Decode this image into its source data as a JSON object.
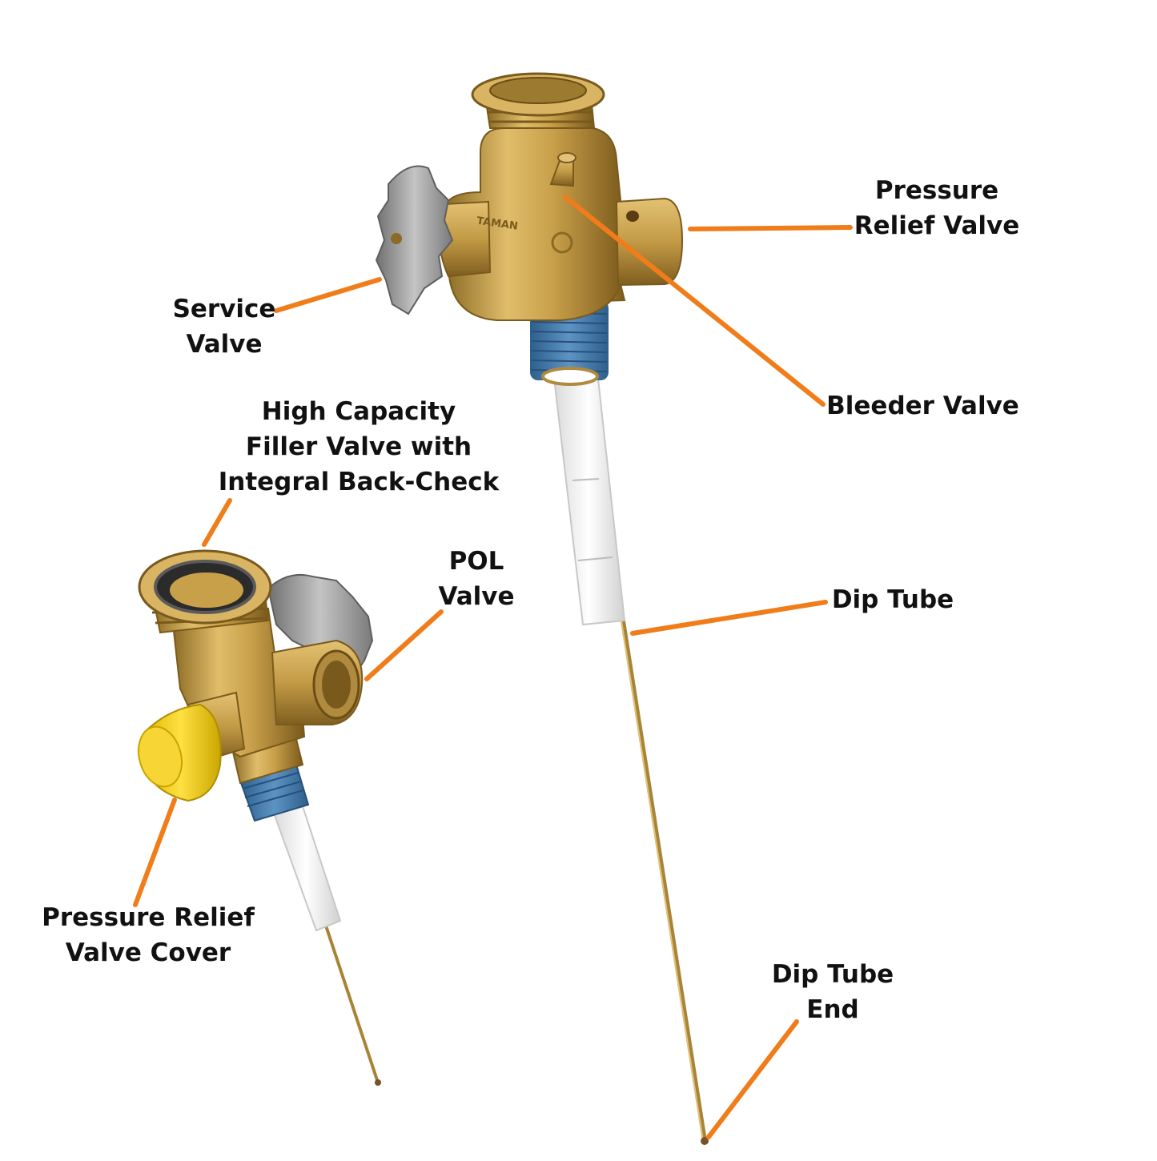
{
  "colors": {
    "background": "#ffffff",
    "leader_line": "#f07d1a",
    "label_text": "#111111",
    "brass": "#c9a04a",
    "brass_dark": "#8a6a24",
    "handwheel": "#9a9a9a",
    "thread_tape": "#3f77a8",
    "dip_tube_sleeve": "#f2f2f2",
    "relief_cover": "#f4cf1c"
  },
  "labels": {
    "pressure_relief_valve": [
      "Pressure",
      "Relief Valve"
    ],
    "service_valve": [
      "Service",
      "Valve"
    ],
    "bleeder_valve": [
      "Bleeder Valve"
    ],
    "filler_valve": [
      "High Capacity",
      "Filler Valve with",
      "Integral Back-Check"
    ],
    "pol_valve": [
      "POL",
      "Valve"
    ],
    "dip_tube": [
      "Dip Tube"
    ],
    "pressure_relief_cover": [
      "Pressure Relief",
      "Valve Cover"
    ],
    "dip_tube_end": [
      "Dip Tube",
      "End"
    ]
  },
  "illustrations": {
    "large_valve_marking": "TAMAN"
  }
}
